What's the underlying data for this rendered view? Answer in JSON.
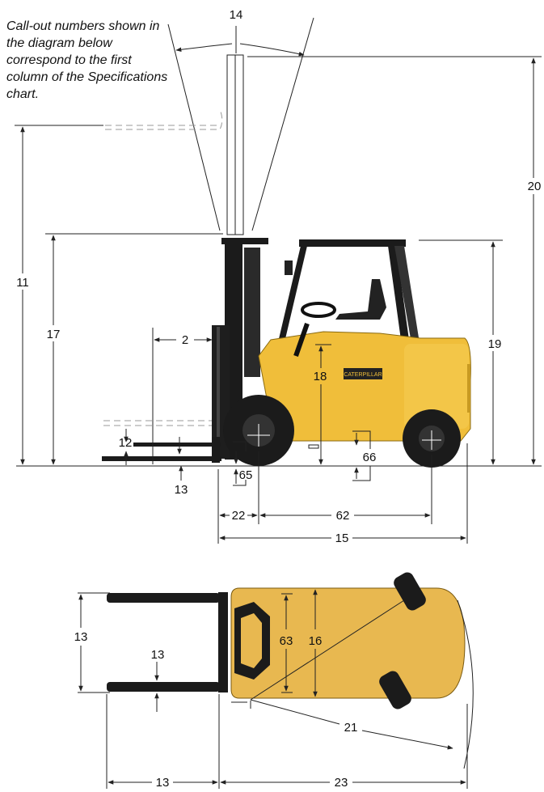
{
  "caption": "Call-out numbers shown in the diagram below correspond to the first column of the Specifications chart.",
  "side_view": {
    "callouts": {
      "c14": "14",
      "c20": "20",
      "c11": "11",
      "c17": "17",
      "c2": "2",
      "c18": "18",
      "c19": "19",
      "c12": "12",
      "c13": "13",
      "c65": "65",
      "c66": "66",
      "c22": "22",
      "c62": "62",
      "c15": "15"
    },
    "brand_text": "CATERPILLAR"
  },
  "top_view": {
    "callouts": {
      "c13_left": "13",
      "c13_mid": "13",
      "c63": "63",
      "c16": "16",
      "c21": "21",
      "c13_bottom": "13",
      "c23": "23"
    }
  },
  "colors": {
    "body_yellow": "#f0be3a",
    "top_view_body": "#e8b850",
    "dark": "#1b1b1b",
    "line": "#222222",
    "dashed": "#999999"
  }
}
